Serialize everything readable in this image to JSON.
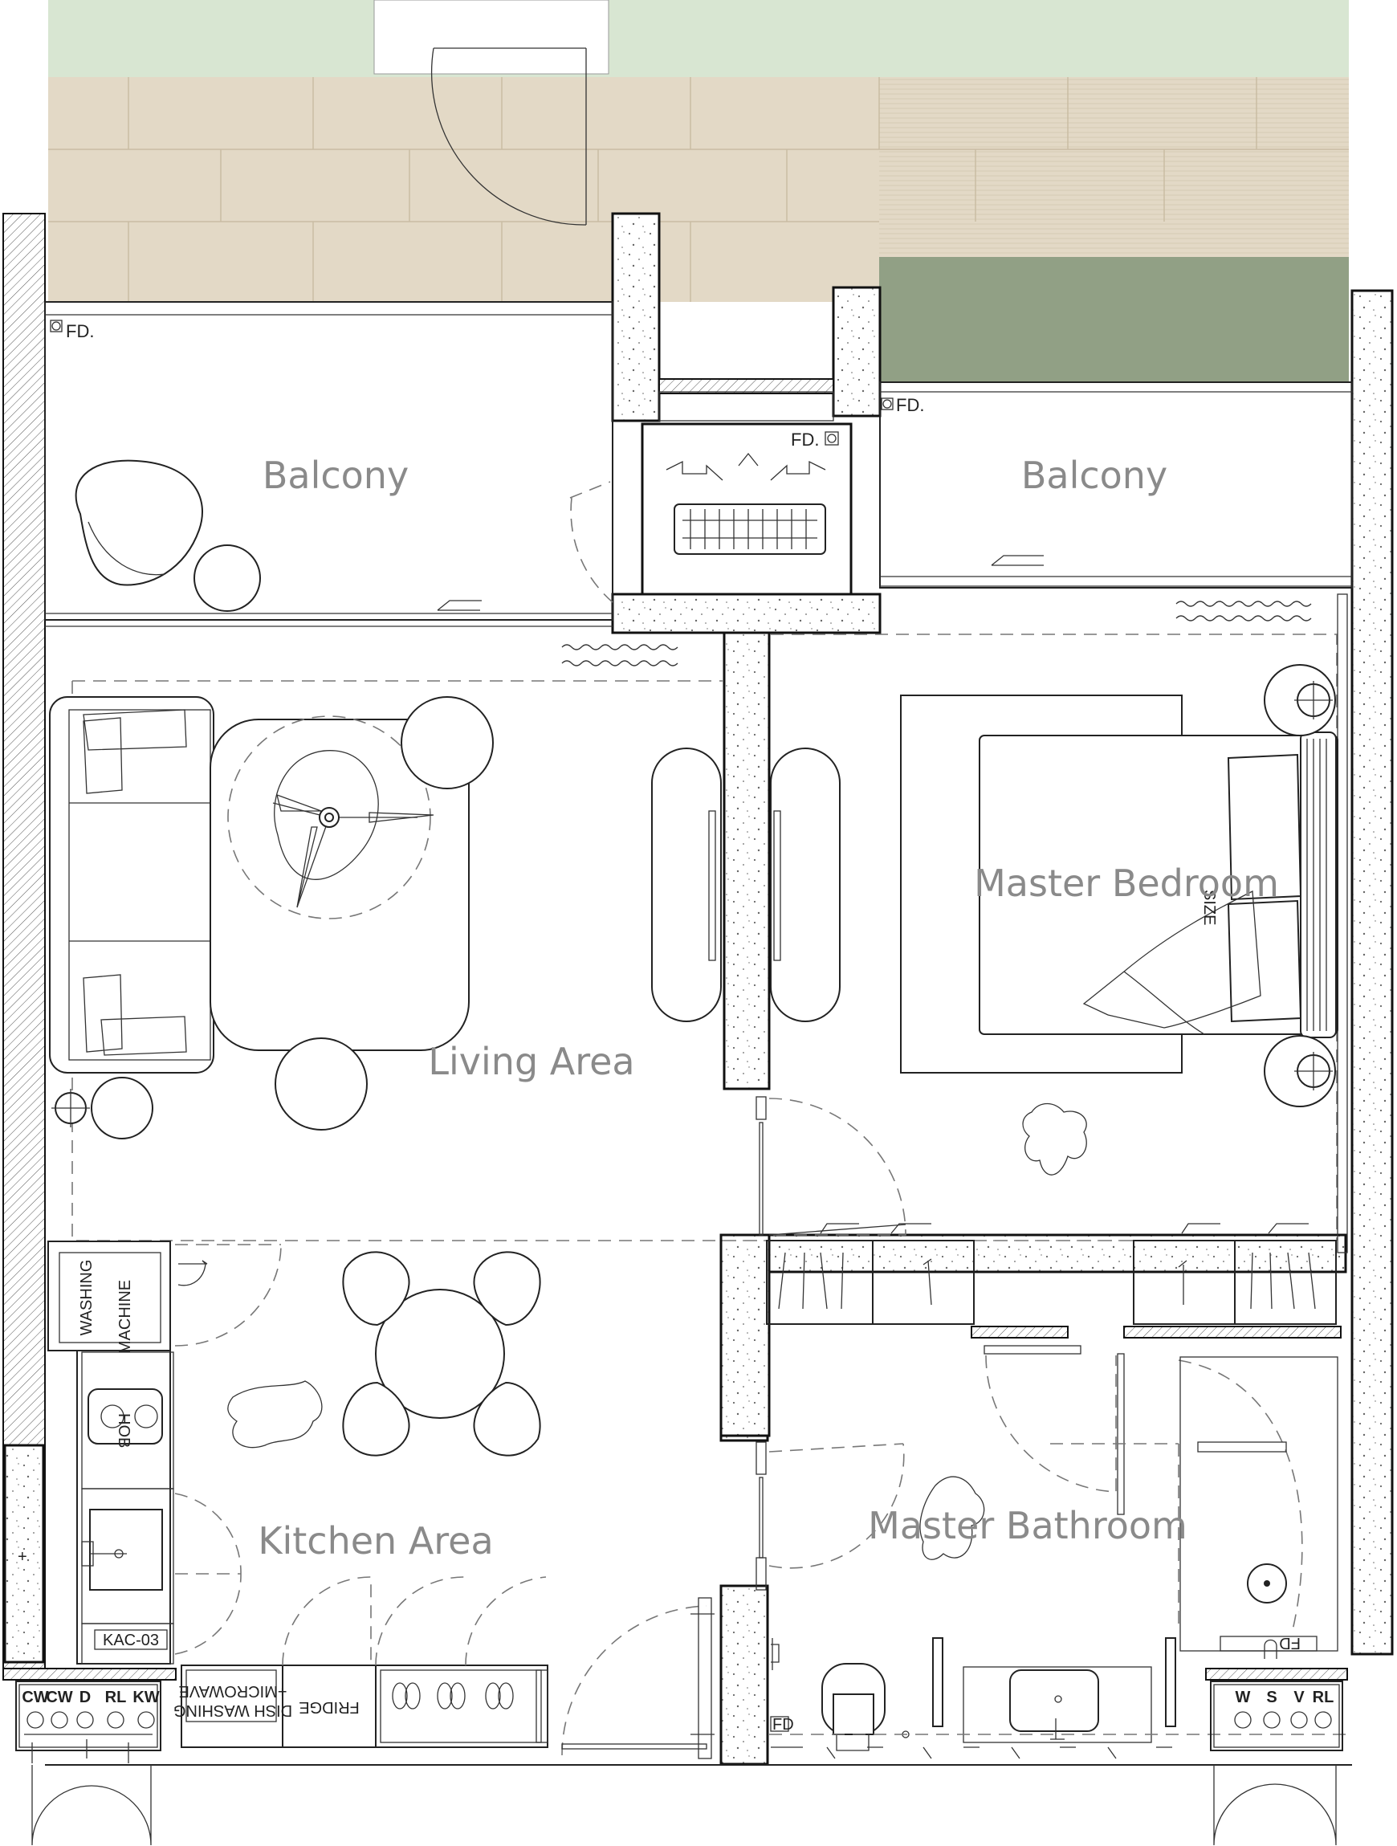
{
  "rooms": {
    "balcony_left": "Balcony",
    "balcony_right": "Balcony",
    "living_area": "Living Area",
    "master_bedroom": "Master Bedroom",
    "kitchen_area": "Kitchen Area",
    "master_bathroom": "Master Bathroom"
  },
  "tags": {
    "floor_drain": "FD.",
    "floor_drain_short": "FD",
    "washing_machine_line1": "WASHING",
    "washing_machine_line2": "MACHINE",
    "hob": "HOB",
    "kitchen_code": "KAC-03",
    "dish_washing_line1": "DISH WASHING",
    "dish_washing_line2": "+MICROWAVE",
    "fridge": "FRIDGE",
    "bed_size": "SIZE"
  },
  "meters_left": [
    "CW",
    "CW",
    "D",
    "RL",
    "KW"
  ],
  "meters_right": [
    "W",
    "S",
    "V",
    "RL"
  ],
  "colors": {
    "lawn_light": "#d8e6d2",
    "deck": "#e3d9c6",
    "lawn_dark": "#91a085",
    "label_grey": "#8a8a8a"
  }
}
